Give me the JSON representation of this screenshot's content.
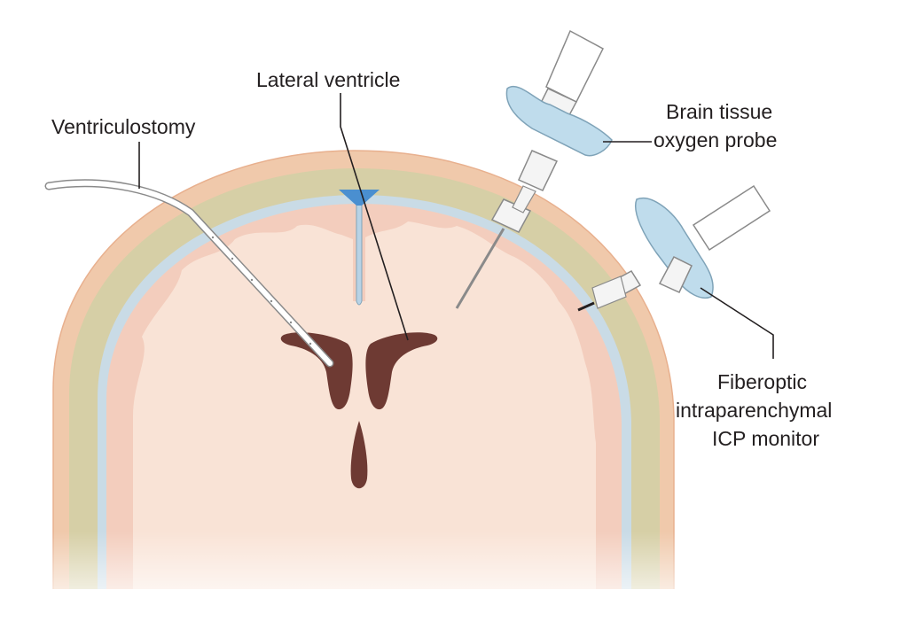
{
  "labels": {
    "ventriculostomy": "Ventriculostomy",
    "lateral_ventricle": "Lateral ventricle",
    "oxygen_probe_line1": "Brain tissue",
    "oxygen_probe_line2": "oxygen probe",
    "icp_monitor_line1": "Fiberoptic",
    "icp_monitor_line2": "intraparenchymal",
    "icp_monitor_line3": "ICP monitor"
  },
  "colors": {
    "scalp": "#f0c9ab",
    "scalp_edge": "#e8b08e",
    "skull": "#d6cfa6",
    "dura": "#c9dbe6",
    "cortex": "#f3cdbd",
    "white_matter": "#f9e3d6",
    "ventricle": "#6e3a33",
    "csf": "#4a8fd0",
    "device": "#bfdcec",
    "device_edge": "#7fa3b8",
    "catheter": "#ffffff",
    "line": "#231f20"
  }
}
